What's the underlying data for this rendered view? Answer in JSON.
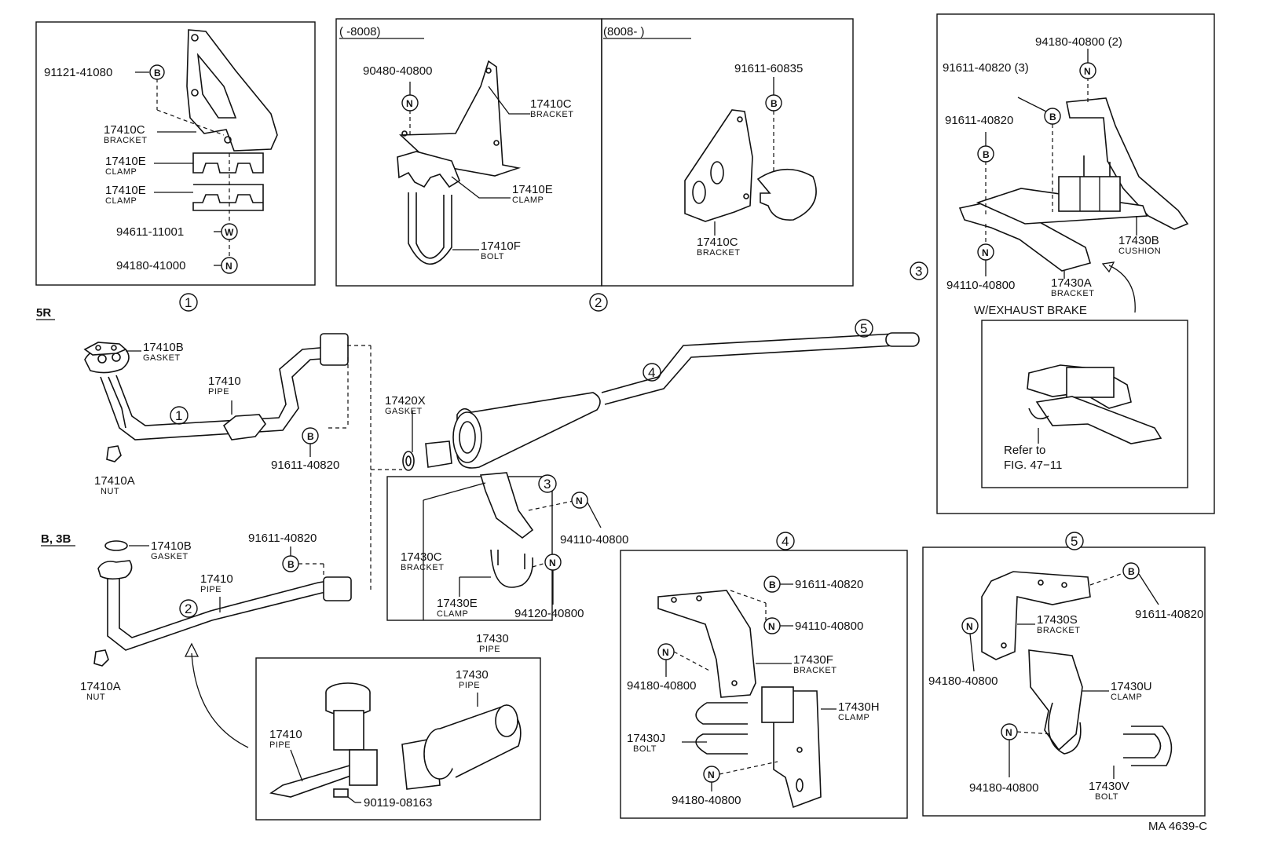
{
  "frame_headers": {
    "before_8008": "(        -8008)",
    "after_8008": "(8008-           )",
    "engine_5r": "5R",
    "engine_b3b": "B, 3B",
    "exhaust_brake": "W/EXHAUST BRAKE"
  },
  "section_markers": [
    "1",
    "2",
    "3",
    "4",
    "5"
  ],
  "fastener_symbols": {
    "bolt": "B",
    "nut": "N",
    "washer": "W"
  },
  "refer": {
    "line1": "Refer to",
    "line2": "FIG. 47−11"
  },
  "figure_code": "MA 4639-C",
  "labels": {
    "p1_bolt": "91121-41080",
    "p1_bracket_num": "17410C",
    "p1_bracket_name": "BRACKET",
    "p1_clamp1_num": "17410E",
    "p1_clamp1_name": "CLAMP",
    "p1_clamp2_num": "17410E",
    "p1_clamp2_name": "CLAMP",
    "p1_washer": "94611-11001",
    "p1_nut": "94180-41000",
    "p2a_nut": "90480-40800",
    "p2a_bracket_num": "17410C",
    "p2a_bracket_name": "BRACKET",
    "p2a_clamp_num": "17410E",
    "p2a_clamp_name": "CLAMP",
    "p2a_bolt_num": "17410F",
    "p2a_bolt_name": "BOLT",
    "p2b_bolt": "91611-60835",
    "p2b_bracket_num": "17410C",
    "p2b_bracket_name": "BRACKET",
    "p3_nut_top": "94180-40800 (2)",
    "p3_bolt3": "91611-40820 (3)",
    "p3_bolt": "91611-40820",
    "p3_nut_bottom": "94110-40800",
    "p3_bracket_num": "17430A",
    "p3_bracket_name": "BRACKET",
    "p3_cushion_num": "17430B",
    "p3_cushion_name": "CUSHION",
    "m_gasket_num": "17410B",
    "m_gasket_name": "GASKET",
    "m_pipe_num": "17410",
    "m_pipe_name": "PIPE",
    "m_nut_num": "17410A",
    "m_nut_name": "NUT",
    "m_bolt": "91611-40820",
    "m_gasketx_num": "17420X",
    "m_gasketx_name": "GASKET",
    "b_gasket_num": "17410B",
    "b_gasket_name": "GASKET",
    "b_bolt": "91611-40820",
    "b_pipe_num": "17410",
    "b_pipe_name": "PIPE",
    "b_nut_num": "17410A",
    "b_nut_name": "NUT",
    "c_bracket_num": "17430C",
    "c_bracket_name": "BRACKET",
    "c_nut1": "94110-40800",
    "c_clamp_num": "17430E",
    "c_clamp_name": "CLAMP",
    "c_nut2": "94120-40800",
    "c_pipe_num": "17430",
    "c_pipe_name": "PIPE",
    "i_pipe1_num": "17410",
    "i_pipe1_name": "PIPE",
    "i_pipe2_num": "17430",
    "i_pipe2_name": "PIPE",
    "i_bolt": "90119-08163",
    "p4_bolt": "91611-40820",
    "p4_nut1": "94110-40800",
    "p4_bracket_num": "17430F",
    "p4_bracket_name": "BRACKET",
    "p4_nut2": "94180-40800",
    "p4_clamp_num": "17430H",
    "p4_clamp_name": "CLAMP",
    "p4_ubolt_num": "17430J",
    "p4_ubolt_name": "BOLT",
    "p4_nut3": "94180-40800",
    "p5_bolt": "91611-40820",
    "p5_bracket_num": "17430S",
    "p5_bracket_name": "BRACKET",
    "p5_nut1": "94180-40800",
    "p5_clamp_num": "17430U",
    "p5_clamp_name": "CLAMP",
    "p5_nut2": "94180-40800",
    "p5_ubolt_num": "17430V",
    "p5_ubolt_name": "BOLT"
  }
}
